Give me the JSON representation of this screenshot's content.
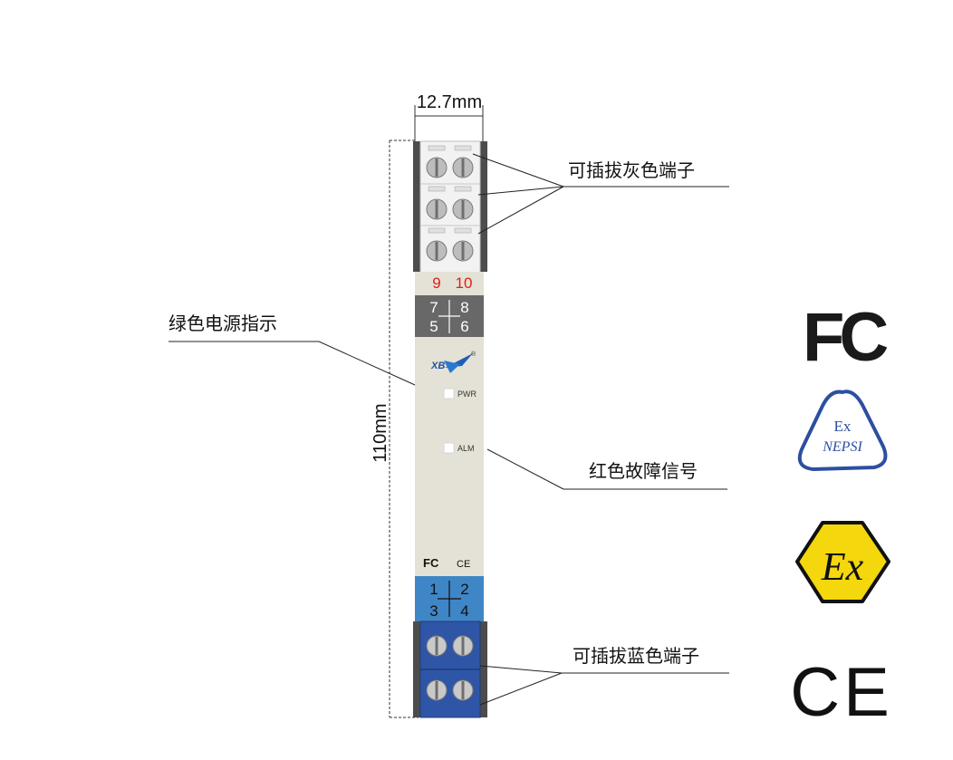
{
  "dimensions": {
    "width_label": "12.7mm",
    "height_label": "110mm"
  },
  "module": {
    "top_terminal_numbers": [
      "9",
      "10"
    ],
    "top_terminal_map": {
      "tl": "7",
      "tr": "8",
      "bl": "5",
      "br": "6"
    },
    "bottom_terminal_map": {
      "tl": "1",
      "tr": "2",
      "bl": "3",
      "br": "4"
    },
    "logo_text": "XB",
    "registered_mark": "®",
    "led_power_label": "PWR",
    "led_alarm_label": "ALM",
    "cert_fc": "FC",
    "cert_ce": "CE"
  },
  "callouts": {
    "gray_terminal": "可插拔灰色端子",
    "green_power": "绿色电源指示",
    "red_fault": "红色故障信号",
    "blue_terminal": "可插拔蓝色端子"
  },
  "certifications": {
    "fcc": "FC",
    "nepsi_top": "Ex",
    "nepsi_bottom": "NEPSI",
    "atex": "Ex",
    "ce": "CE"
  },
  "colors": {
    "module_body": "#e4e2d6",
    "gray_block": "#686868",
    "blue_block": "#3f86c6",
    "blue_terminal": "#2f55a6",
    "terminal_num_red": "#e0201a",
    "ex_yellow": "#f4d70c",
    "nepsi_blue": "#2c4fa0"
  }
}
